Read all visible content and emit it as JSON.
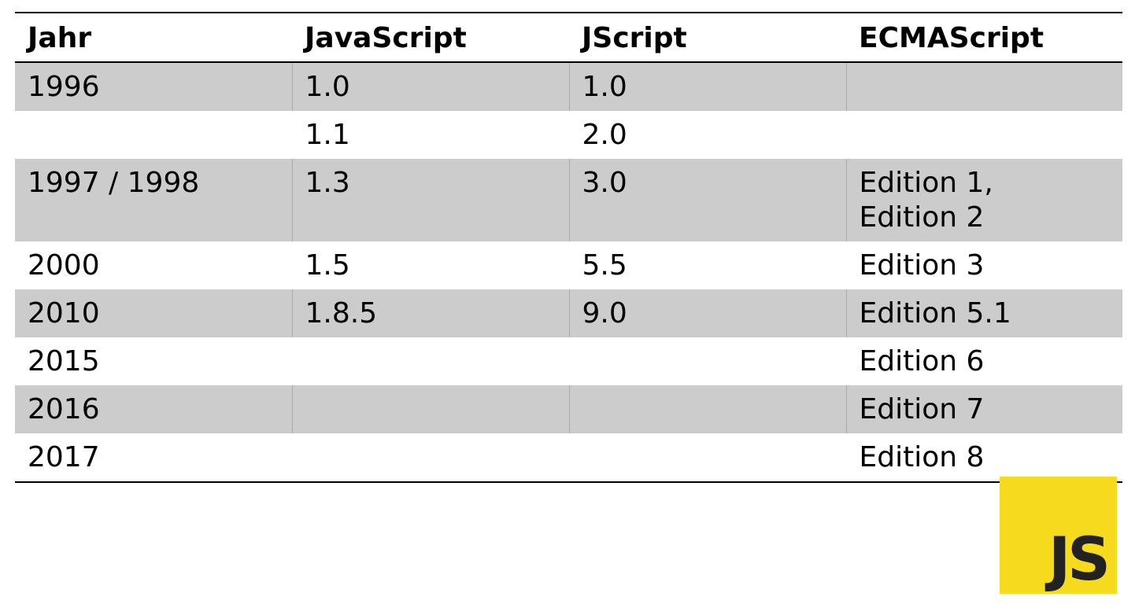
{
  "table": {
    "headers": [
      "Jahr",
      "JavaScript",
      "JScript",
      "ECMAScript"
    ],
    "rows": [
      {
        "jahr": "1996",
        "javascript": "1.0",
        "jscript": "1.0",
        "ecmascript": ""
      },
      {
        "jahr": "",
        "javascript": "1.1",
        "jscript": "2.0",
        "ecmascript": ""
      },
      {
        "jahr": "1997 / 1998",
        "javascript": "1.3",
        "jscript": "3.0",
        "ecmascript": [
          "Edition 1,",
          "Edition 2"
        ]
      },
      {
        "jahr": "2000",
        "javascript": "1.5",
        "jscript": "5.5",
        "ecmascript": "Edition 3"
      },
      {
        "jahr": "2010",
        "javascript": "1.8.5",
        "jscript": "9.0",
        "ecmascript": "Edition 5.1"
      },
      {
        "jahr": "2015",
        "javascript": "",
        "jscript": "",
        "ecmascript": "Edition 6"
      },
      {
        "jahr": "2016",
        "javascript": "",
        "jscript": "",
        "ecmascript": "Edition 7"
      },
      {
        "jahr": "2017",
        "javascript": "",
        "jscript": "",
        "ecmascript": "Edition 8"
      }
    ]
  },
  "logo": {
    "text": "JS",
    "background": "#f5da1e",
    "foreground": "#222222"
  }
}
